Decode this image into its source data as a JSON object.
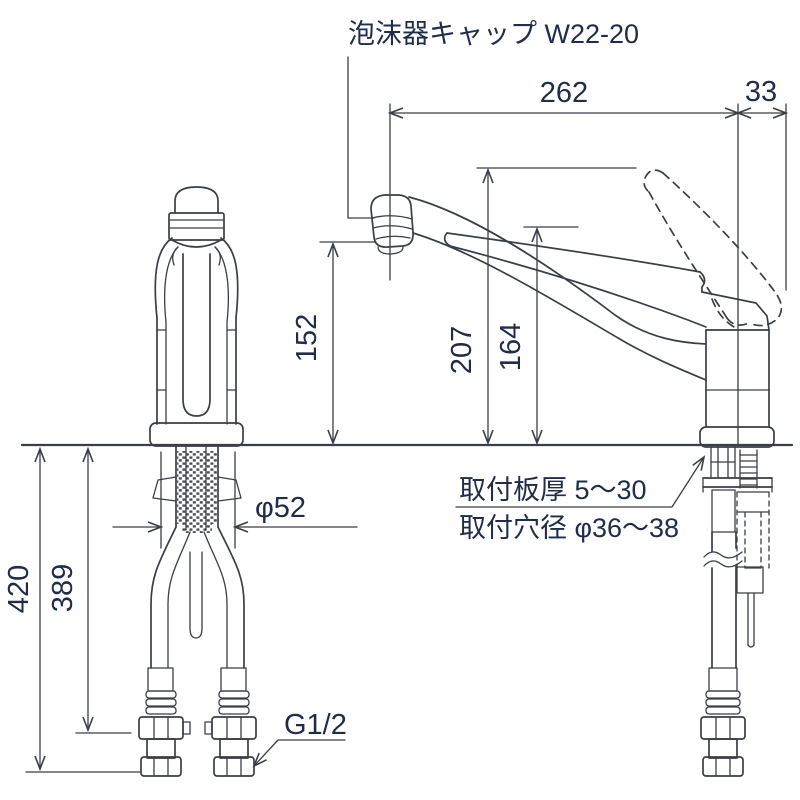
{
  "drawing": {
    "labels": {
      "aerator_cap": "泡沫器キャップ W22-20",
      "note_plate_thickness": "取付板厚 5〜30",
      "note_hole_diameter": "取付穴径 φ36〜38",
      "thread_size": "G1/2"
    },
    "dimensions": {
      "spout_reach": "262",
      "handle_offset": "33",
      "outlet_height": "152",
      "top_height": "207",
      "lever_height": "164",
      "hose_length_total": "420",
      "hose_length_to_connector": "389",
      "base_diameter": "φ52"
    },
    "colors": {
      "line": "#3a3f46",
      "text": "#202c49",
      "background": "#ffffff"
    }
  }
}
